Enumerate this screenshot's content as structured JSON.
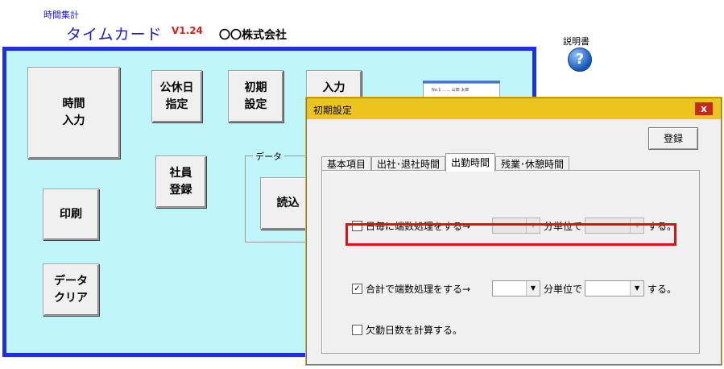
{
  "header": {
    "small_title": "時間集計",
    "app_title": "タイムカード",
    "version": "V1.24",
    "company": "〇〇株式会社"
  },
  "help": {
    "label": "説明書",
    "icon": "question-icon",
    "glyph": "?"
  },
  "main": {
    "buttons": {
      "time_input": "時間\n入力",
      "holiday": "公休日\n指定",
      "initial_settings": "初期\n設定",
      "input_other": "入力\n確認",
      "employee": "社員\n登録",
      "print": "印刷",
      "data_clear": "データ\nクリア",
      "load": "読込"
    },
    "data_group_label": "データ",
    "thumbnail_text": "No.1 ……   山田 太郎"
  },
  "dialog": {
    "title": "初期設定",
    "close_glyph": "x",
    "register_label": "登録",
    "tabs": [
      {
        "label": "基本項目",
        "active": false
      },
      {
        "label": "出社･退社時間",
        "active": false
      },
      {
        "label": "出勤時間",
        "active": true
      },
      {
        "label": "残業･休憩時間",
        "active": false
      }
    ],
    "rows": {
      "daily": {
        "checked": false,
        "label": "日毎に端数処理をする→",
        "unit_label": "分単位で",
        "suffix": "する。",
        "minutes_value": "",
        "method_value": ""
      },
      "total": {
        "checked": true,
        "check_glyph": "✓",
        "label": "合計で端数処理をする→",
        "unit_label": "分単位で",
        "suffix": "する。",
        "minutes_value": "",
        "method_value": ""
      },
      "absence": {
        "checked": false,
        "label": "欠勤日数を計算する。"
      }
    },
    "dropdown_arrow": "▼"
  },
  "colors": {
    "panel_bg": "#bff6fa",
    "panel_border": "#1d2ee6",
    "title_bar": "#edc41e",
    "close_button": "#c42b1c",
    "highlight": "#e01010",
    "title_blue": "#1a1acc",
    "version_red": "#d81e1e"
  }
}
